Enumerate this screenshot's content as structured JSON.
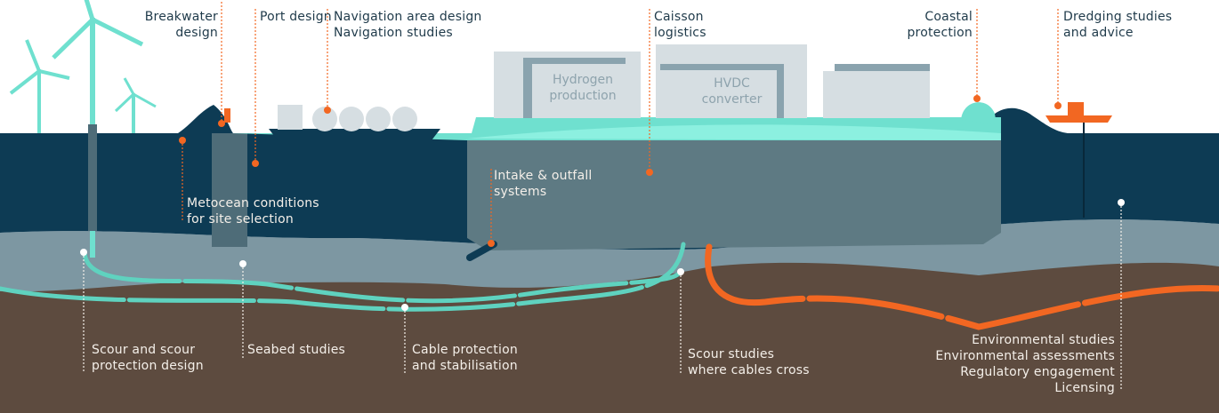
{
  "colors": {
    "sea": "#0d3b54",
    "seabed": "#7d97a2",
    "soil": "#5d4b3f",
    "caisson": "#5e7a83",
    "island_top": "#6fe0cf",
    "building": "#d6dee2",
    "cable_teal": "#5fd2bf",
    "cable_orange": "#f26722",
    "leader_orange": "#f26722"
  },
  "top_labels": {
    "breakwater": [
      "Breakwater",
      "design"
    ],
    "port": [
      "Port design"
    ],
    "navigation": [
      "Navigation area design",
      "Navigation studies"
    ],
    "caisson": [
      "Caisson",
      "logistics"
    ],
    "coastal": [
      "Coastal",
      "protection"
    ],
    "dredging": [
      "Dredging studies",
      "and advice"
    ]
  },
  "buildings": {
    "hydrogen": [
      "Hydrogen",
      "production"
    ],
    "hvdc": [
      "HVDC",
      "converter"
    ]
  },
  "sea_labels": {
    "metocean": [
      "Metocean conditions",
      "for site selection"
    ],
    "intake": [
      "Intake & outfall",
      "systems"
    ]
  },
  "seabed_labels": {
    "scour": [
      "Scour and scour",
      "protection design"
    ],
    "seabed": [
      "Seabed studies"
    ],
    "cable": [
      "Cable protection",
      "and stabilisation"
    ],
    "crossing": [
      "Scour studies",
      "where cables cross"
    ],
    "environment": [
      "Environmental studies",
      "Environmental assessments",
      "Regulatory engagement",
      "Licensing"
    ]
  }
}
